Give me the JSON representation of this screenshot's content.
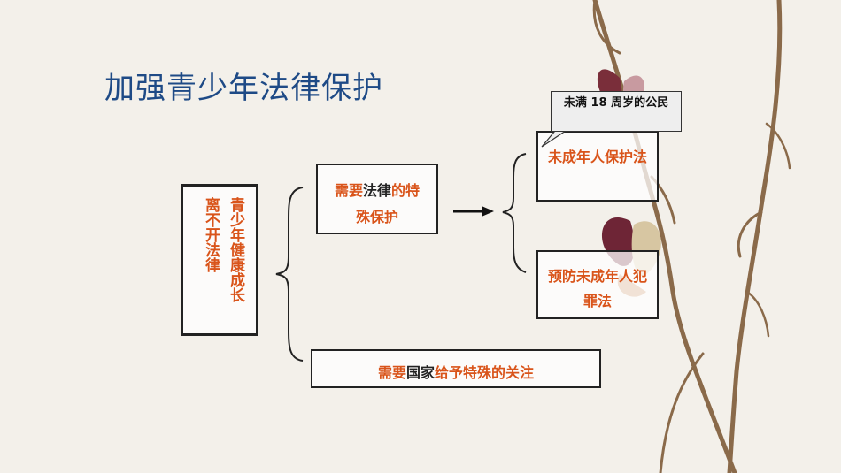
{
  "title": "加强青少年法律保护",
  "diagram": {
    "root": {
      "line1": "青少年健康成长",
      "line2": "离不开法律"
    },
    "branch_law": {
      "part1": "需要",
      "part2": "法律",
      "part3": "的特",
      "part4": "殊保护"
    },
    "branch_state": {
      "part1": "需要",
      "part2": "国家",
      "part3": "给予特殊的关注"
    },
    "law_minor": "未成年人保护法",
    "law_prevent": "预防未成年人犯罪法",
    "callout": "未满 18 周岁的公民"
  },
  "colors": {
    "title": "#1e4a86",
    "accent": "#d9541a",
    "text": "#222222"
  },
  "icons": [
    "butterfly-icon",
    "branch-decoration"
  ]
}
